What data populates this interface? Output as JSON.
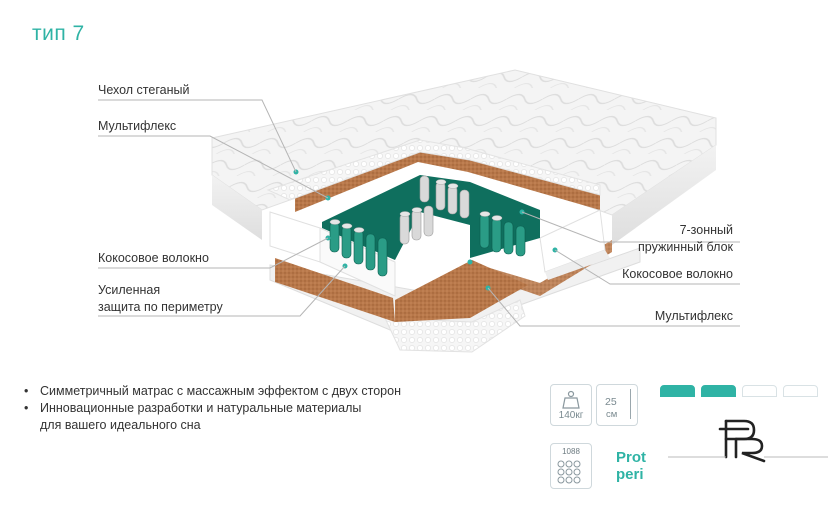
{
  "title": "тип 7",
  "callouts": {
    "cover": "Чехол стеганый",
    "multiflex_top": "Мультифлекс",
    "coconut_left": "Кокосовое волокно",
    "perimeter_line1": "Усиленная",
    "perimeter_line2": "защита по периметру",
    "springs_line1": "7-зонный",
    "springs_line2": "пружинный блок",
    "coconut_right": "Кокосовое волокно",
    "multiflex_right": "Мультифлекс"
  },
  "features": [
    "Симметричный матрас с массажным эффектом с двух сторон",
    "Инновационные разработки и натуральные материалы",
    "для вашего идеального сна"
  ],
  "badges": {
    "weight": "140кг",
    "height_value": "25",
    "height_unit": "см",
    "springs": "1088",
    "protect_line1": "Prot",
    "protect_line2": "peri"
  },
  "firmness": {
    "level": 2,
    "max": 4
  },
  "logo": {
    "text": "FR"
  },
  "colors": {
    "accent": "#2fb3a5",
    "spring_green": "#127a68",
    "coconut": "#b8784a",
    "foam": "#f3f3f3"
  },
  "icons": [
    "weight-icon",
    "ruler-icon",
    "springs-icon",
    "logo-mark"
  ]
}
